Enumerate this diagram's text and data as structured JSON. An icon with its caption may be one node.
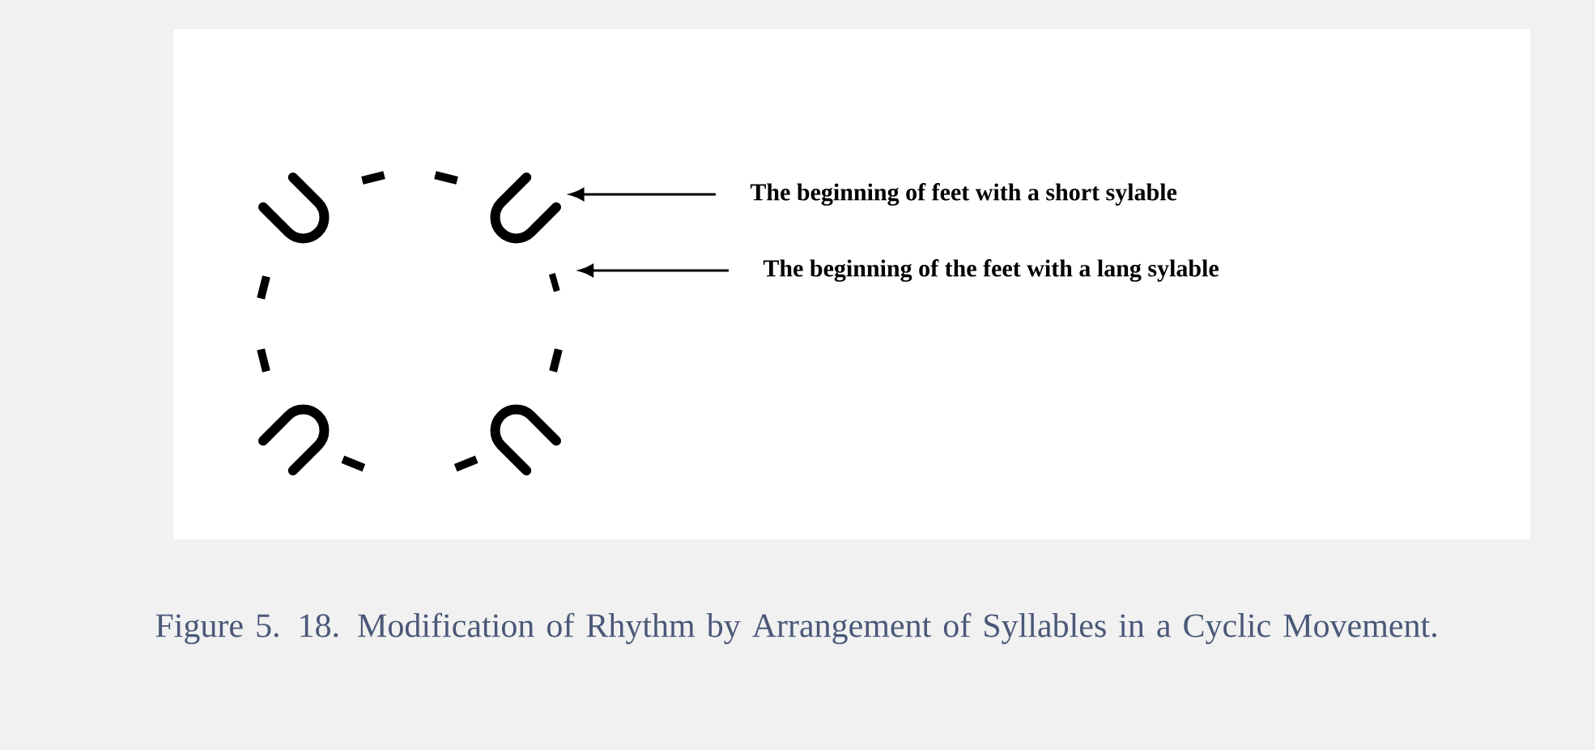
{
  "diagram": {
    "caption": "Figure 5. 18. Modification of Rhythm by Arrangement of Syllables in a Cyclic Movement.",
    "nodes": [
      {
        "text": [
          "The beginning of feet with a short sylable"
        ]
      },
      {
        "text": [
          "The beginning of the feet with a lang sylable"
        ]
      },
      {
        "text": [],
        "shape": "arc"
      },
      {
        "text": [],
        "shape": "bar"
      }
    ],
    "edges": [
      {
        "from": 0,
        "to": 2,
        "arrow": "to"
      },
      {
        "from": 1,
        "to": 3,
        "arrow": "to"
      }
    ]
  }
}
